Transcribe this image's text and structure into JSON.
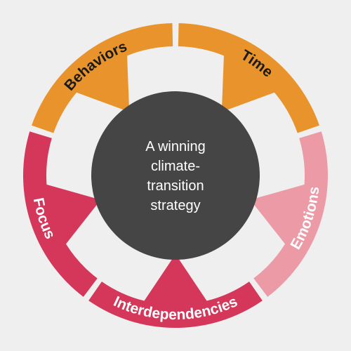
{
  "center": {
    "lines": [
      "A winning",
      "climate-",
      "transition",
      "strategy"
    ],
    "color": "#454545",
    "text_color": "#ffffff"
  },
  "segments": [
    {
      "id": "behaviors",
      "label": "Behaviors",
      "color": "#e8932b",
      "label_color": "#1a1a1a"
    },
    {
      "id": "time",
      "label": "Time",
      "color": "#e8932b",
      "label_color": "#1a1a1a"
    },
    {
      "id": "emotions",
      "label": "Emotions",
      "color": "#eb9aa6",
      "label_color": "#ffffff"
    },
    {
      "id": "interdependencies",
      "label": "Interdependencies",
      "color": "#d5375a",
      "label_color": "#ffffff"
    },
    {
      "id": "focus",
      "label": "Focus",
      "color": "#d5375a",
      "label_color": "#ffffff"
    }
  ],
  "colors": {
    "background": "#efefef",
    "gap": "#efefef"
  }
}
